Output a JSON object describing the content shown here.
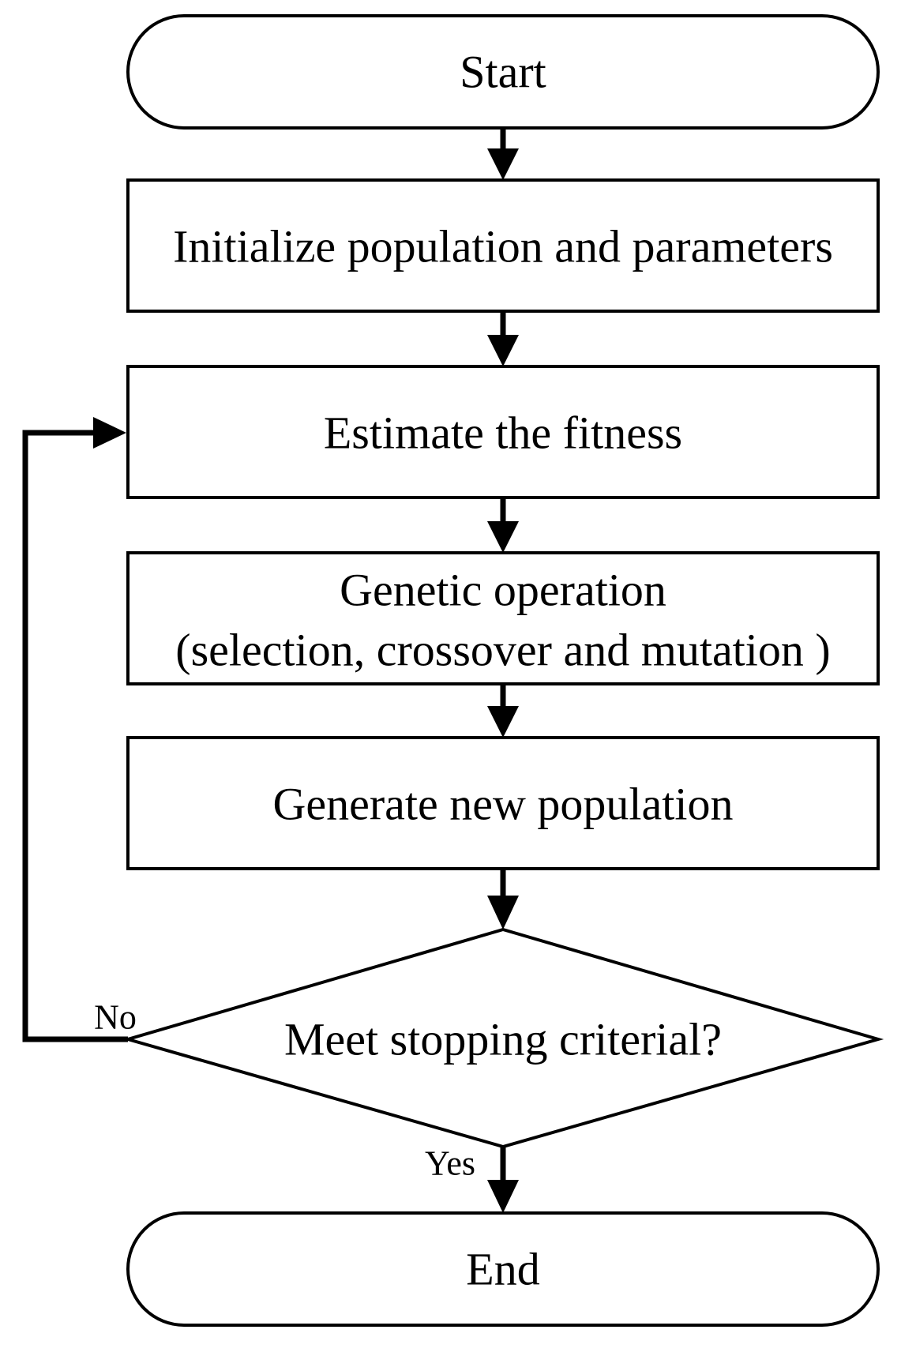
{
  "nodes": {
    "start": "Start",
    "init": "Initialize population and parameters",
    "fitness": "Estimate the fitness",
    "genetic_line1": "Genetic operation",
    "genetic_line2": "(selection, crossover and mutation )",
    "generate": "Generate new population",
    "decision": "Meet stopping criterial?",
    "end": "End"
  },
  "edges": {
    "no_label": "No",
    "yes_label": "Yes"
  }
}
